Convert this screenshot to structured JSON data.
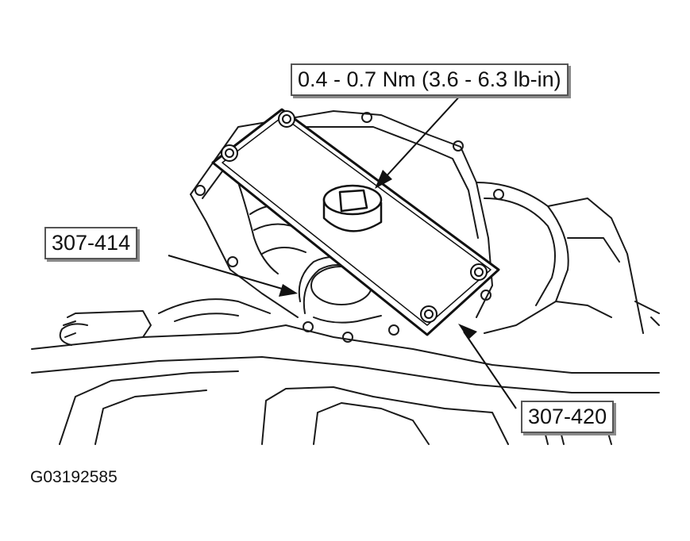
{
  "labels": {
    "torque": "0.4 - 0.7 Nm (3.6 - 6.3 lb-in)",
    "tool_a": "307-414",
    "tool_b": "307-420"
  },
  "figure_id": "G03192585"
}
